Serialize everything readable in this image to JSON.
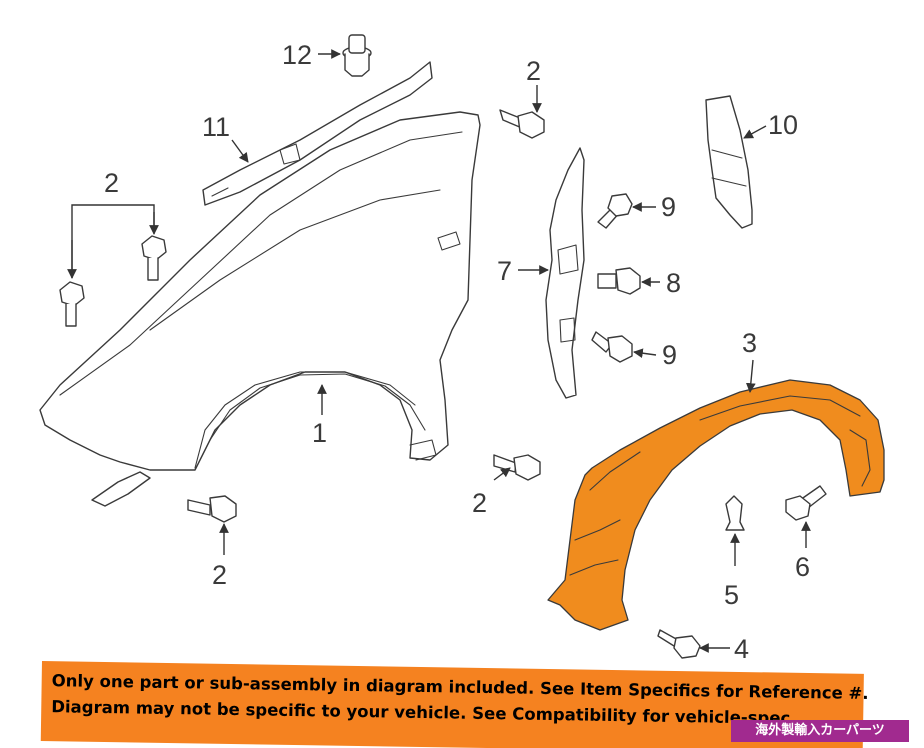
{
  "callouts": {
    "c1": "1",
    "c2a": "2",
    "c2b": "2",
    "c2c": "2",
    "c2d": "2",
    "c3": "3",
    "c4": "4",
    "c5": "5",
    "c6": "6",
    "c7": "7",
    "c8": "8",
    "c9a": "9",
    "c9b": "9",
    "c10": "10",
    "c11": "11",
    "c12": "12"
  },
  "disclaimer": {
    "line1": "Only one part or sub-assembly in diagram included. See Item Specifics for Reference #.",
    "line2": "Diagram may not be specific to your vehicle. See Compatibility for vehicle-spec"
  },
  "seller_tag": "海外製輸入カーパーツ",
  "colors": {
    "highlight_part": "#f08c1e",
    "disclaimer_band": "#f58220",
    "seller_tag": "#a12a8f"
  }
}
